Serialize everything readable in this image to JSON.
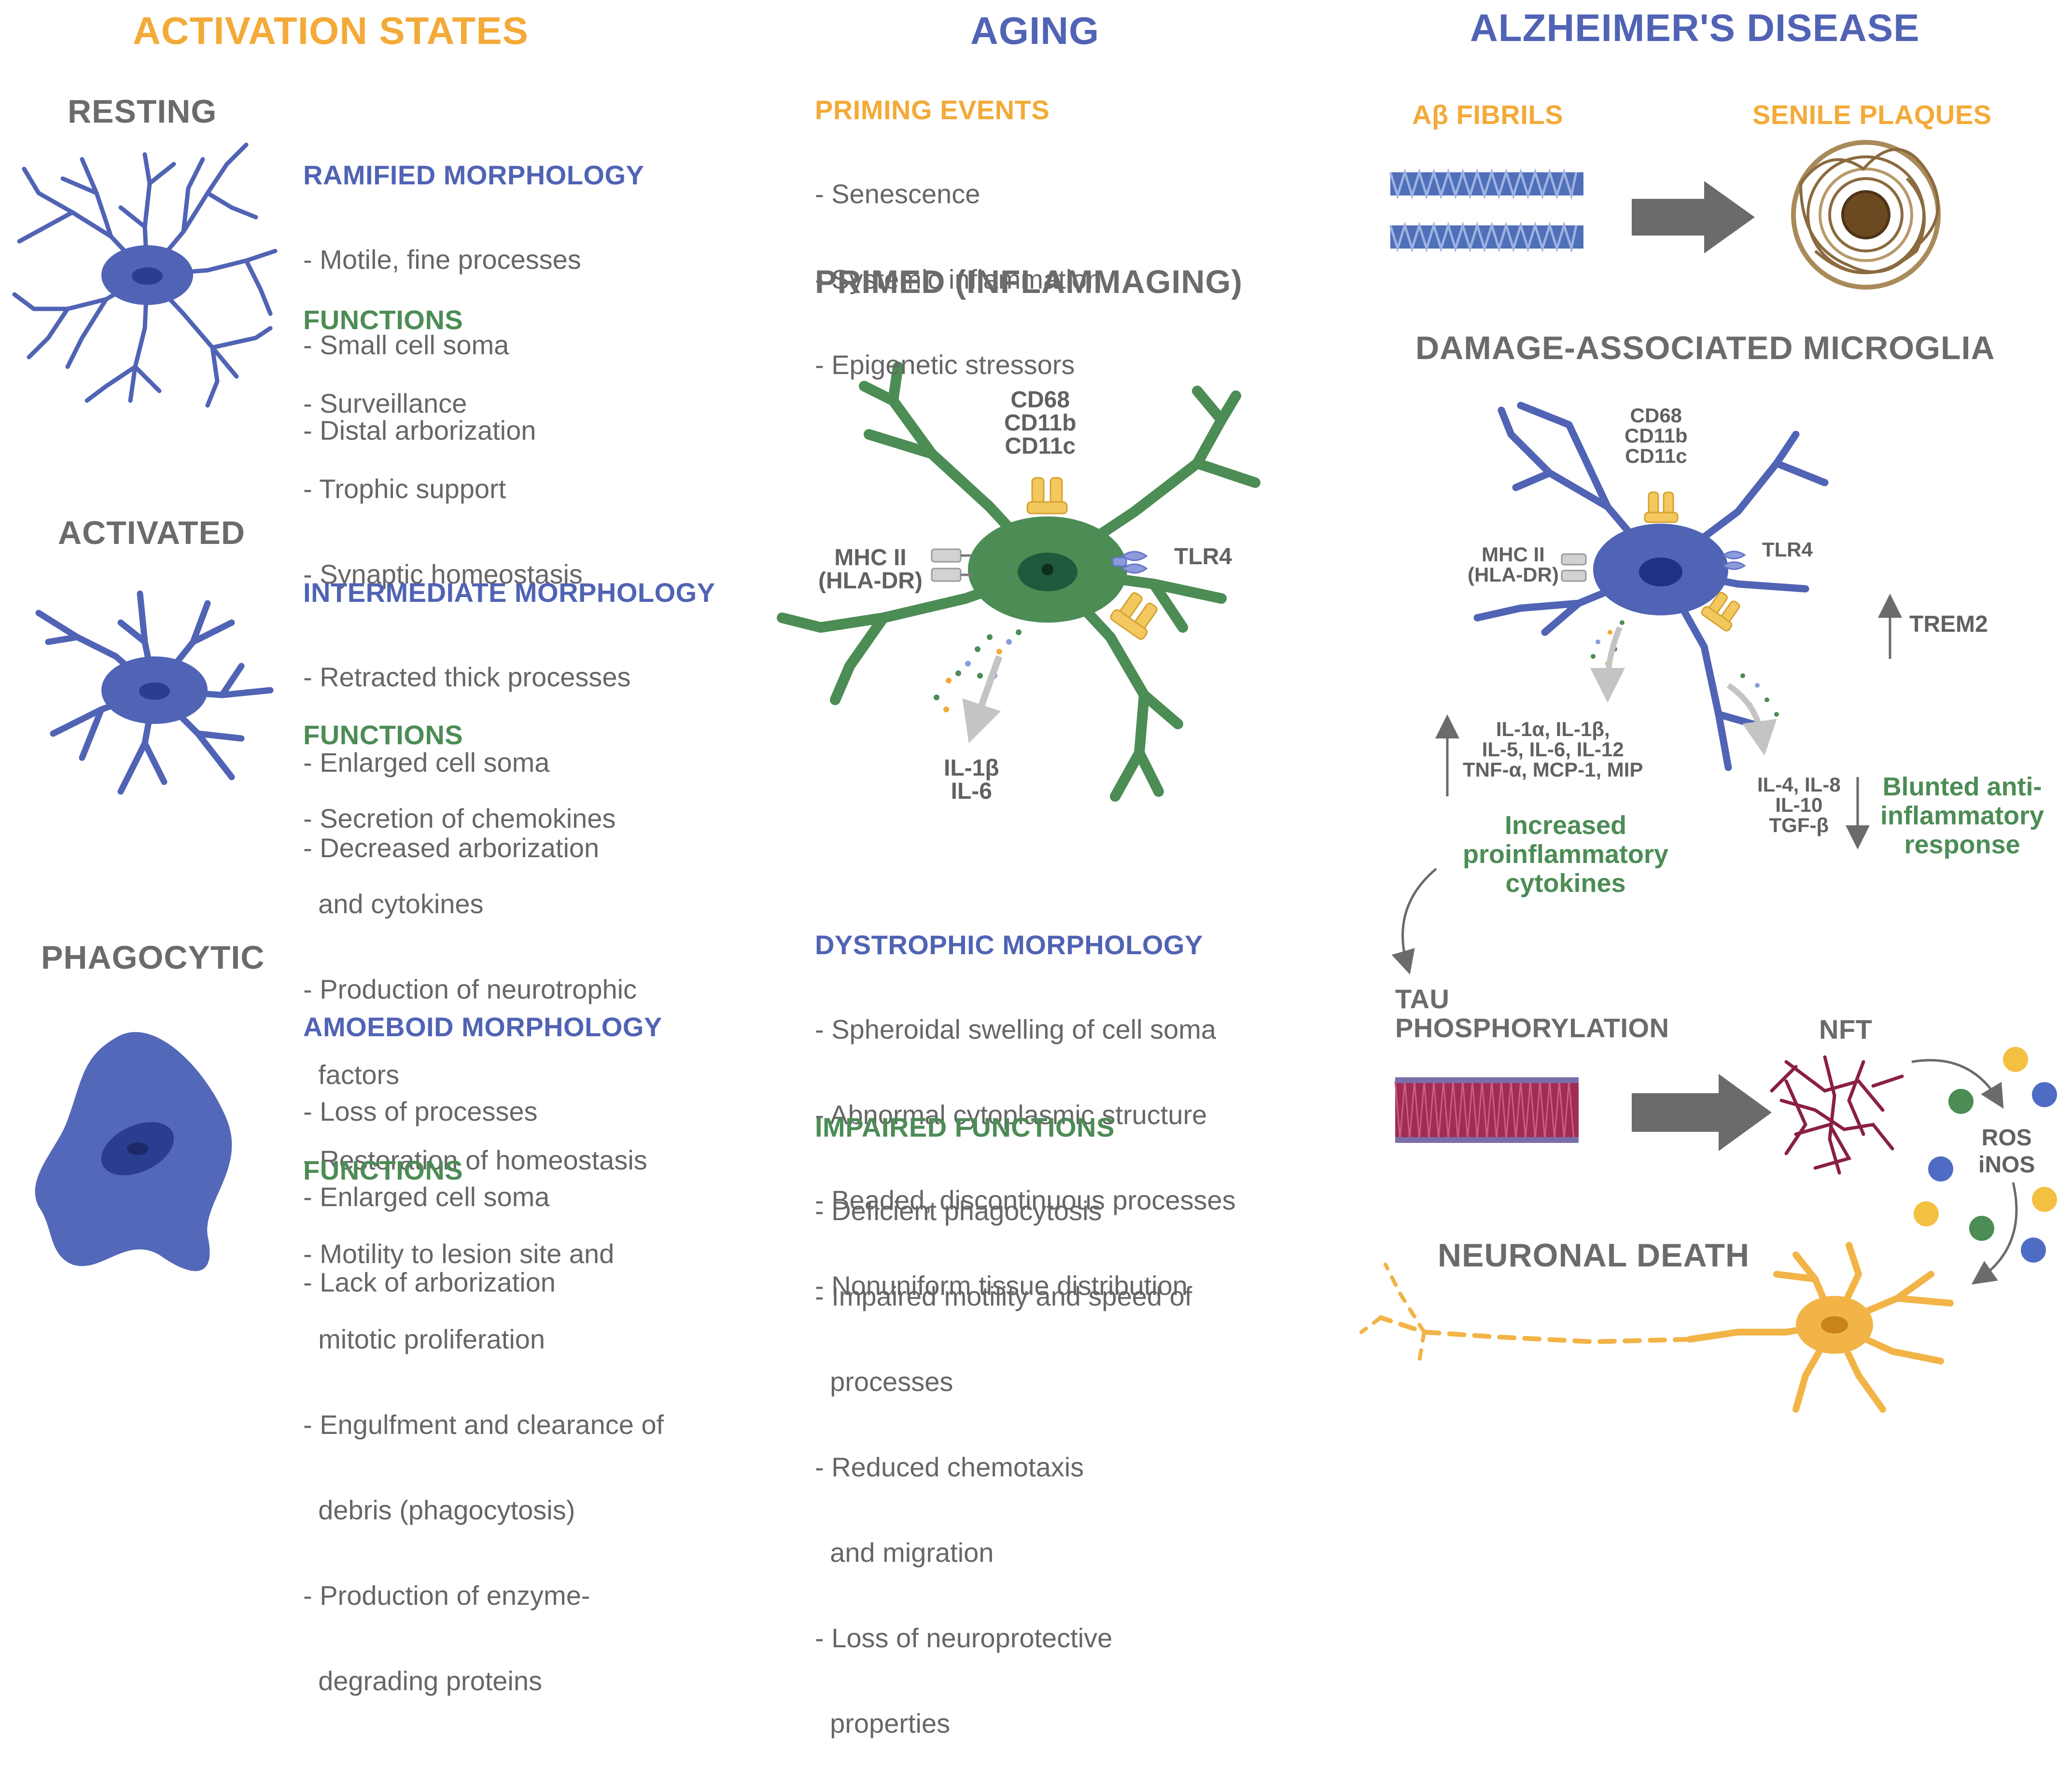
{
  "colors": {
    "blue": "#5063b4",
    "green": "#4c8c55",
    "orange": "#f3aa38",
    "gray_text": "#6b6b6b",
    "tau_pink": "#a12c55",
    "plaque_brown": "#8a6a3e"
  },
  "columns": {
    "activation": {
      "title": "ACTIVATION STATES",
      "resting": {
        "heading": "RESTING",
        "morphology_title": "RAMIFIED MORPHOLOGY",
        "morphology": [
          "- Motile, fine processes",
          "- Small cell soma",
          "- Distal arborization"
        ],
        "functions_title": "FUNCTIONS",
        "functions": [
          "- Surveillance",
          "- Trophic support",
          "- Synaptic homeostasis"
        ]
      },
      "activated": {
        "heading": "ACTIVATED",
        "morphology_title": "INTERMEDIATE MORPHOLOGY",
        "morphology": [
          "- Retracted thick processes",
          "- Enlarged cell soma",
          "- Decreased arborization"
        ],
        "functions_title": "FUNCTIONS",
        "functions": [
          "- Secretion of chemokines",
          "  and cytokines",
          "- Production of neurotrophic",
          "  factors",
          "- Restoration of homeostasis"
        ]
      },
      "phagocytic": {
        "heading": "PHAGOCYTIC",
        "morphology_title": "AMOEBOID MORPHOLOGY",
        "morphology": [
          "- Loss of processes",
          "- Enlarged cell soma",
          "- Lack of arborization"
        ],
        "functions_title": "FUNCTIONS",
        "functions": [
          "- Motility to lesion site and",
          "  mitotic proliferation",
          "- Engulfment and clearance of",
          "  debris (phagocytosis)",
          "- Production of enzyme-",
          "  degrading proteins"
        ]
      }
    },
    "aging": {
      "title": "AGING",
      "priming_title": "PRIMING EVENTS",
      "priming": [
        "- Senescence",
        "- Systemic inflammation",
        "- Epigenetic stressors"
      ],
      "primed_heading": "PRIMED (INFLAMMAGING)",
      "cell_labels": {
        "markers": "CD68\nCD11b\nCD11c",
        "mhc": "MHC II\n(HLA-DR)",
        "tlr": "TLR4",
        "cytokines": "IL-1β\nIL-6"
      },
      "dystrophic_title": "DYSTROPHIC MORPHOLOGY",
      "dystrophic": [
        "- Spheroidal swelling of cell soma",
        "- Abnormal cytoplasmic structure",
        "- Beaded, discontinuous processes",
        "- Nonuniform tissue distribution"
      ],
      "impaired_title": "IMPAIRED FUNCTIONS",
      "impaired": [
        "- Deficient phagocytosis",
        "- Impaired motility and speed of",
        "  processes",
        "- Reduced chemotaxis",
        "  and migration",
        "- Loss of neuroprotective",
        "  properties"
      ]
    },
    "alzheimers": {
      "title": "ALZHEIMER'S DISEASE",
      "fibrils": "Aβ FIBRILS",
      "plaques": "SENILE PLAQUES",
      "dam_heading": "DAMAGE-ASSOCIATED MICROGLIA",
      "cell_labels": {
        "markers": "CD68\nCD11b\nCD11c",
        "mhc": "MHC II\n(HLA-DR)",
        "tlr": "TLR4",
        "trem2": "TREM2",
        "pro_cytokines": "IL-1α, IL-1β,\nIL-5, IL-6, IL-12\nTNF-α, MCP-1, MIP",
        "anti_cytokines": "IL-4, IL-8\nIL-10\nTGF-β"
      },
      "increased": "Increased\nproinflammatory\ncytokines",
      "blunted": "Blunted anti-\ninflammatory\nresponse",
      "tau": "TAU\nPHOSPHORYLATION",
      "nft": "NFT",
      "ros": "ROS\niNOS",
      "death": "NEURONAL DEATH"
    }
  }
}
